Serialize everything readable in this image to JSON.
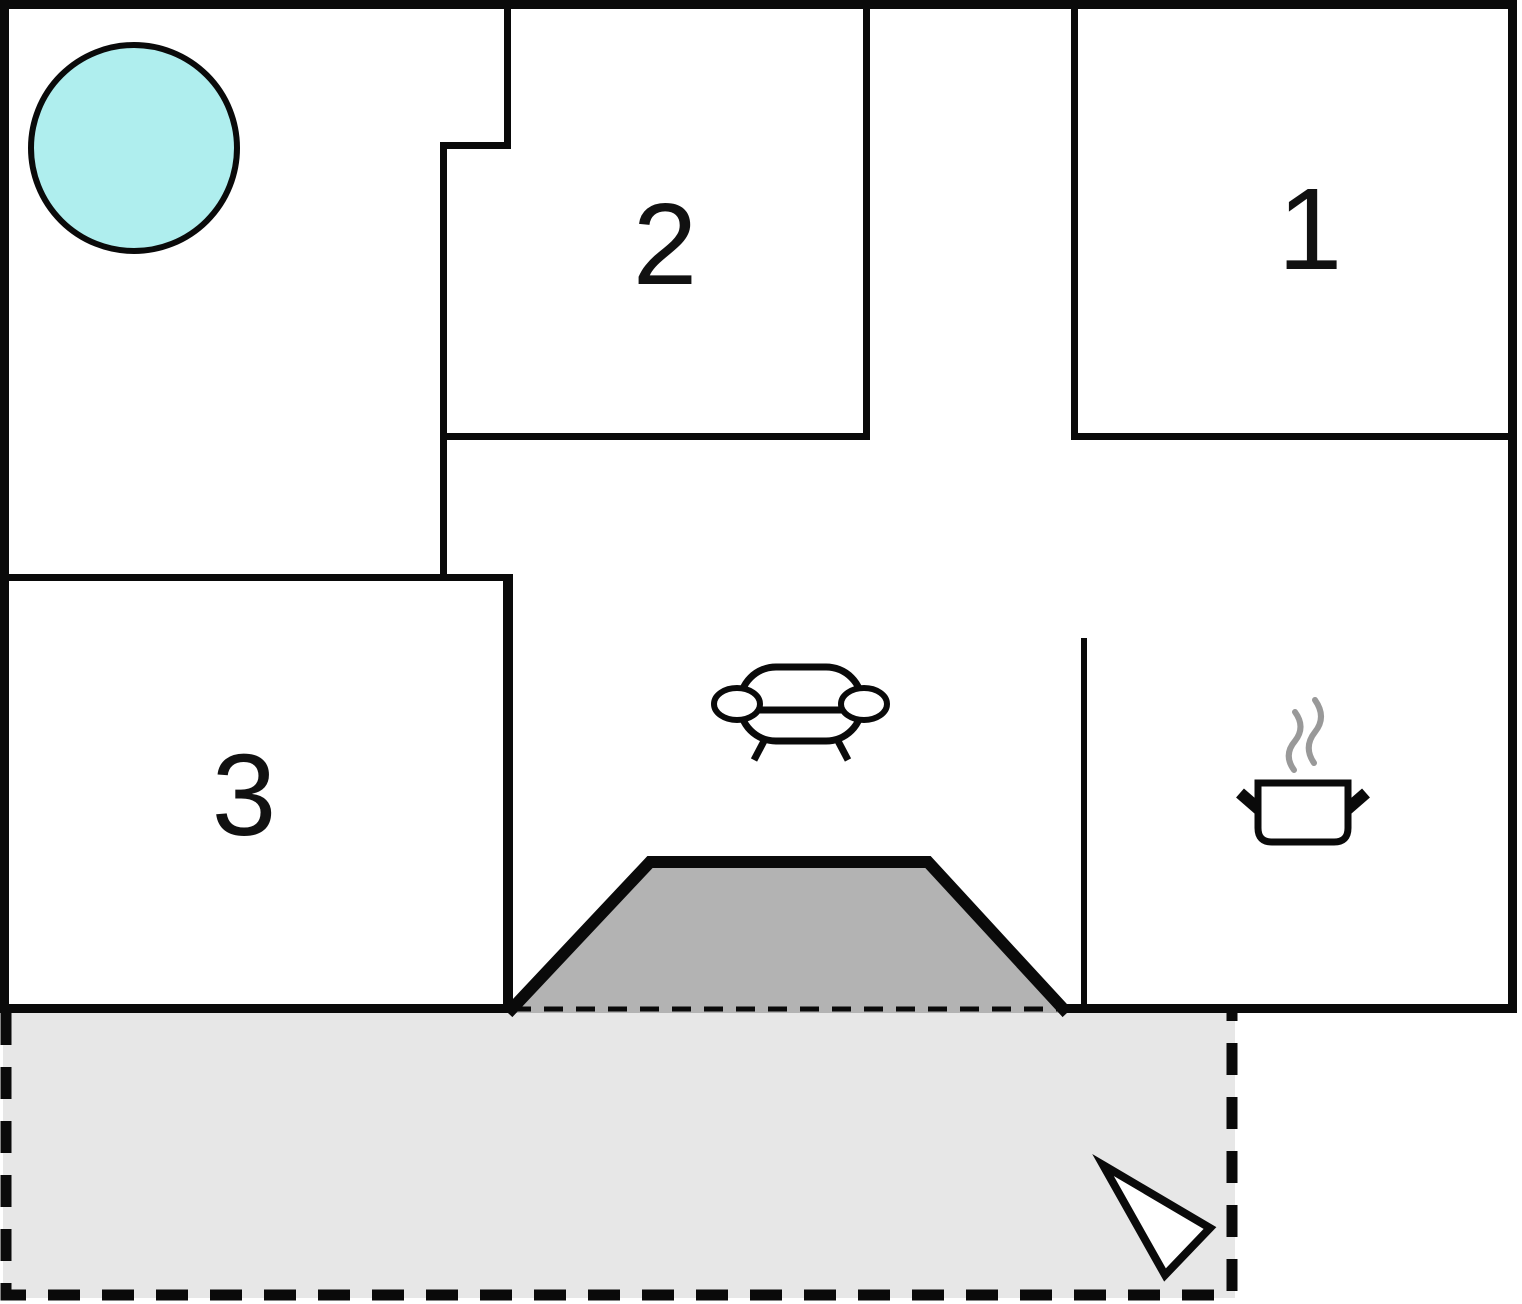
{
  "diagram": {
    "type": "floor-plan",
    "rooms": [
      {
        "id": "room-1",
        "label": "1"
      },
      {
        "id": "room-2",
        "label": "2"
      },
      {
        "id": "room-3",
        "label": "3"
      }
    ],
    "features": [
      {
        "name": "hot-tub-icon",
        "shape": "circle"
      },
      {
        "name": "sofa-icon",
        "shape": "sofa"
      },
      {
        "name": "cooking-pot-icon",
        "shape": "pot-with-steam"
      },
      {
        "name": "north-arrow-icon",
        "shape": "triangle"
      },
      {
        "name": "entrance-porch",
        "shape": "trapezoid"
      },
      {
        "name": "terrace",
        "shape": "dashed-rect"
      }
    ],
    "colors": {
      "wall": "#0a0a0a",
      "porch_fill": "#b3b3b3",
      "terrace_fill": "#e7e7e7",
      "hot_tub_fill": "#afeeee",
      "steam": "#999999",
      "icon_fill": "#ffffff",
      "label_color": "#111111"
    }
  }
}
